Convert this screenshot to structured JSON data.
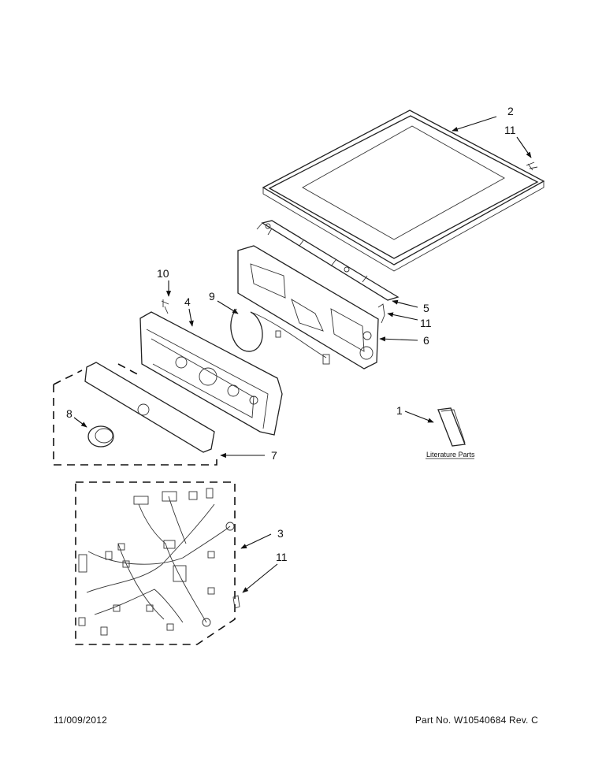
{
  "callouts": {
    "c1": "1",
    "c2": "2",
    "c3": "3",
    "c4": "4",
    "c5": "5",
    "c6": "6",
    "c7": "7",
    "c8": "8",
    "c9": "9",
    "c10": "10",
    "c11_top": "11",
    "c11_mid": "11",
    "c11_low": "11"
  },
  "literature_label": "Literature Parts",
  "footer": {
    "date": "11/009/2012",
    "part": "Part No.  W10540684  Rev.  C"
  }
}
